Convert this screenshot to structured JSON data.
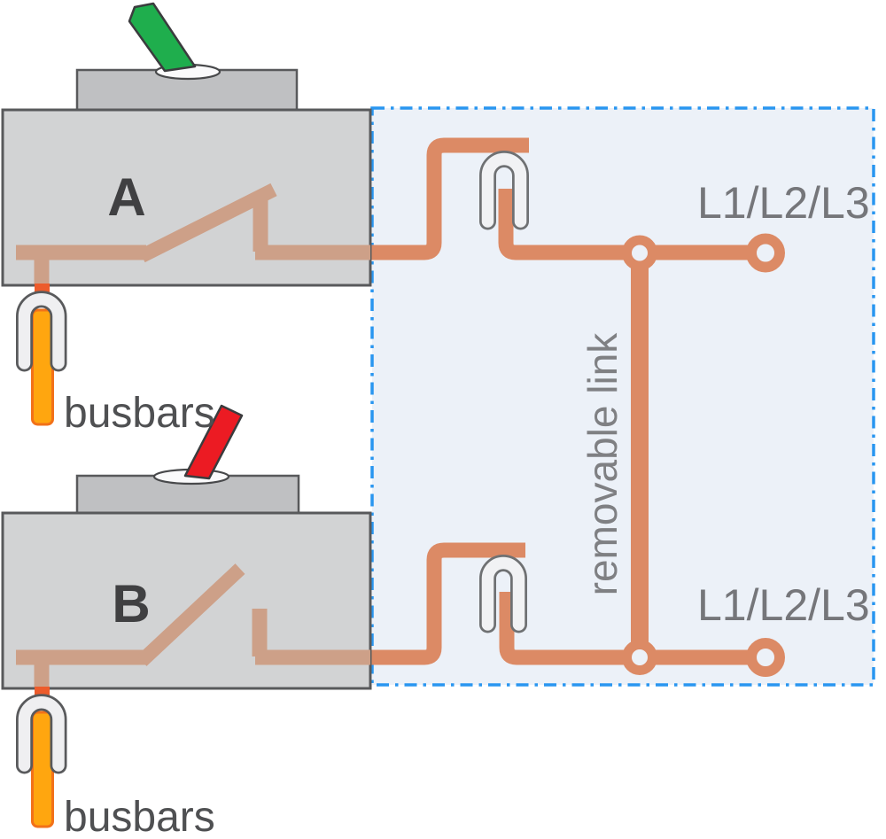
{
  "labels": {
    "switch_a": "A",
    "switch_b": "B",
    "busbars_a": "busbars",
    "busbars_b": "busbars",
    "phases_top": "L1/L2/L3",
    "phases_bottom": "L1/L2/L3",
    "removable_link": "removable link"
  },
  "switches": [
    {
      "label": "A",
      "lever_color": "#1FAE4D",
      "blade_state": "closed"
    },
    {
      "label": "B",
      "lever_color": "#EC1B23",
      "blade_state": "open"
    }
  ],
  "colors": {
    "conductor_copper": "#DC8A65",
    "conductor_inside_switch": "#CDA088",
    "busbar_fill": "#FFA60F",
    "busbar_border": "#F27119",
    "busbar_stub": "#ED5B2B",
    "switch_body_fill": "#D2D3D4",
    "switch_cap_fill": "#BFC0C2",
    "switch_border": "#58595B",
    "link_zone_fill": "#ECF1F8",
    "link_zone_border": "#2996F0",
    "lever_green": "#1FAE4D",
    "lever_red": "#EC1B23",
    "lever_outline": "#3B3C3E",
    "clip_fill_link": "#F1F2F4",
    "clip_border_link": "#6F7173",
    "clip_fill_busbar": "#EFEFF1",
    "clip_border_busbar": "#595A5C",
    "pivot_dome_fill": "#FAFAFB",
    "label_switch": "#404042",
    "label_busbars": "#4F5052",
    "label_phase": "#75767A",
    "label_link": "#7F8083"
  }
}
